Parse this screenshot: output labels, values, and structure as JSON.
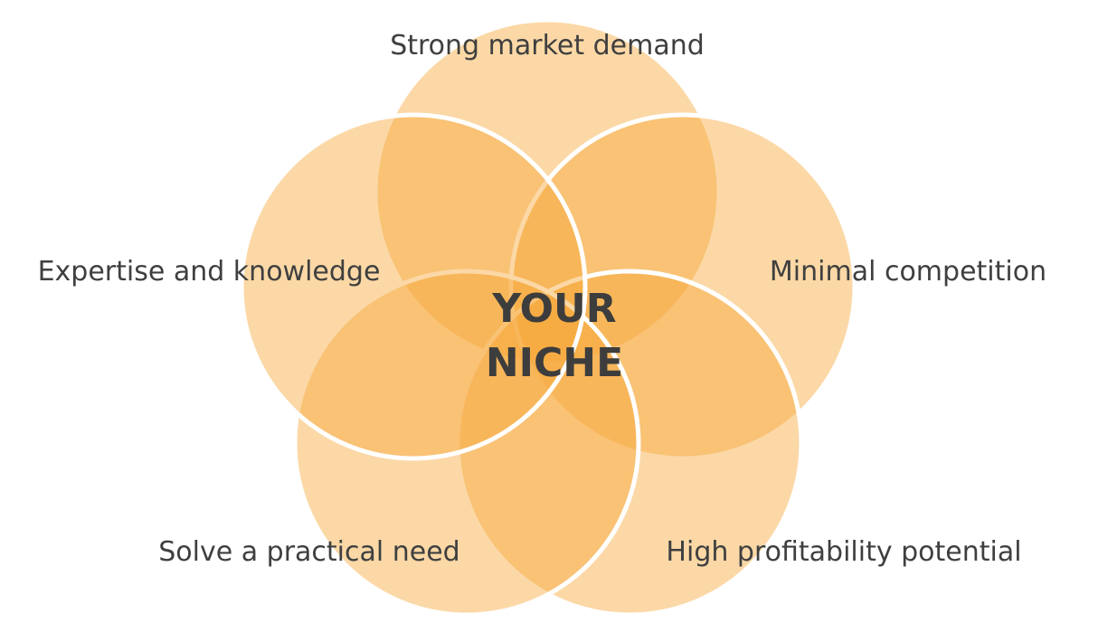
{
  "diagram": {
    "center_label_line1": "YOUR",
    "center_label_line2": "NICHE",
    "petals": [
      {
        "label": "Strong market demand"
      },
      {
        "label": "Minimal competition"
      },
      {
        "label": "High profitability potential"
      },
      {
        "label": "Solve a practical need"
      },
      {
        "label": "Expertise and knowledge"
      }
    ],
    "colors": {
      "petal_fill": "#f7a93a",
      "petal_stroke": "#ffffff",
      "text": "#3f3f3f"
    }
  }
}
